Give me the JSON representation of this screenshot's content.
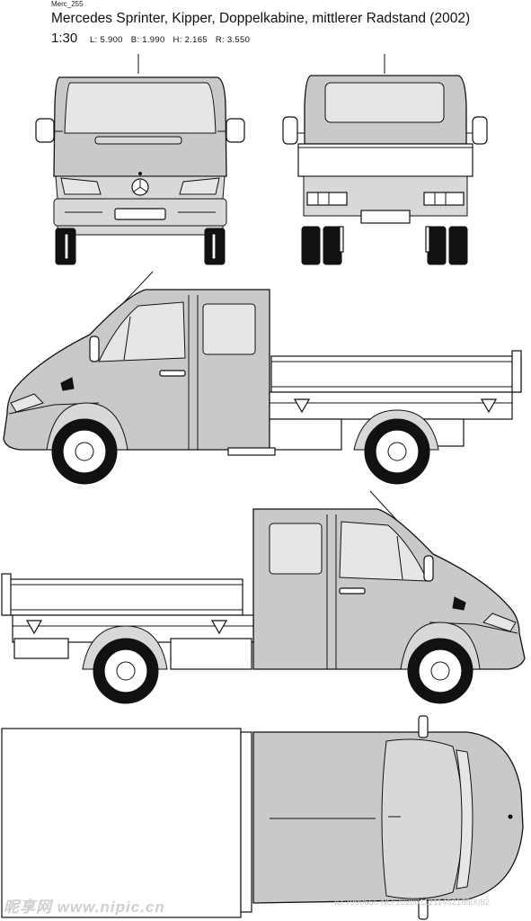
{
  "header": {
    "code": "Merc_255",
    "title": "Mercedes Sprinter, Kipper, Doppelkabine, mittlerer Radstand (2002)",
    "scale": "1:30",
    "dims": {
      "length": "L: 5.900",
      "width": "B: 1.990",
      "height": "H: 2.165",
      "wheelbase": "R: 3.550"
    }
  },
  "watermark": {
    "left": "昵享网 www.nipic.cn",
    "right": "ID:7990656 NO:20200112114521880082"
  }
}
